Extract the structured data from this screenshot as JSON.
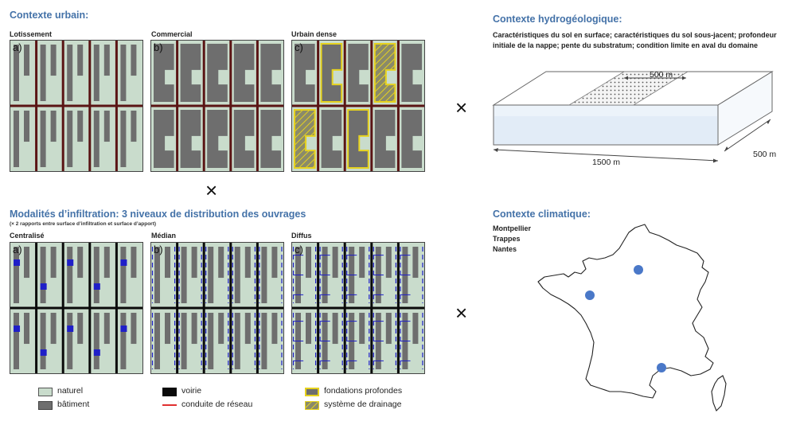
{
  "urban": {
    "title": "Contexte urbain:",
    "panels": [
      {
        "label": "Lotissement",
        "letter": "a)"
      },
      {
        "label": "Commercial",
        "letter": "b)"
      },
      {
        "label": "Urbain dense",
        "letter": "c)"
      }
    ]
  },
  "hydro": {
    "title": "Contexte hydrogéologique:",
    "description": "Caractéristiques du sol en surface; caractéristiques du sol sous-jacent; profondeur initiale de la nappe; pente du substratum; condition limite en aval du domaine",
    "dim_top": "500 m",
    "dim_length": "1500 m",
    "dim_width": "500 m"
  },
  "infiltration": {
    "title": "Modalités d’infiltration: 3 niveaux de distribution des ouvrages",
    "subtitle": "(× 2 rapports entre surface d’infiltration et surface d’apport)",
    "panels": [
      {
        "label": "Centralisé",
        "letter": "a)"
      },
      {
        "label": "Médian",
        "letter": "b)"
      },
      {
        "label": "Diffus",
        "letter": "c)"
      }
    ]
  },
  "climate": {
    "title": "Contexte climatique:",
    "cities": [
      "Montpellier",
      "Trappes",
      "Nantes"
    ]
  },
  "operators": {
    "times": "×"
  },
  "legend": {
    "naturel": "naturel",
    "batiment": "bâtiment",
    "voirie": "voirie",
    "conduite": "conduite de réseau",
    "fondations": "fondations profondes",
    "drainage": "système de drainage"
  },
  "colors": {
    "heading": "#4472a8",
    "natural": "#c9dccc",
    "building": "#6e6e6e",
    "road_urban": "#5a1414",
    "road_infil": "#0a0a0a",
    "pipe": "#e03030",
    "foundation": "#e6d21e",
    "infiltration_box": "#1f1fc8",
    "city_dot": "#4a78c8"
  }
}
